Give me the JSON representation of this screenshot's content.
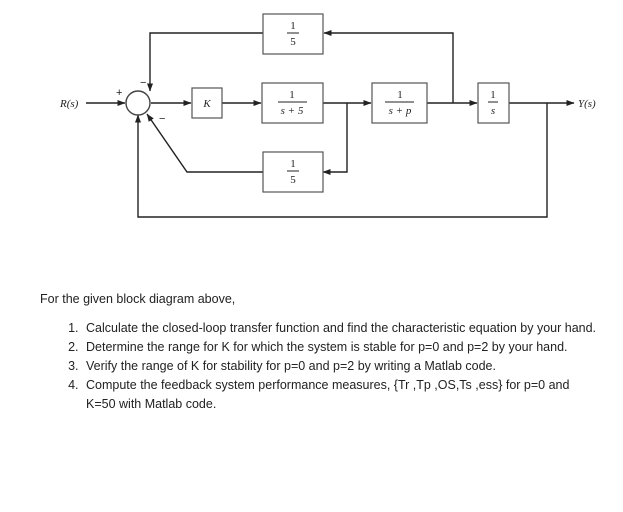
{
  "diagram": {
    "input_label": "R(s)",
    "output_label": "Y(s)",
    "plus_sign": "+",
    "minus_sign": "−",
    "blocks": {
      "k": "K",
      "top": {
        "num": "1",
        "den": "5"
      },
      "mid": {
        "num": "1",
        "den": "s + 5"
      },
      "bottom": {
        "num": "1",
        "den": "5"
      },
      "plant": {
        "num": "1",
        "den": "s + p"
      },
      "integrator": {
        "num": "1",
        "den": "s"
      }
    }
  },
  "text": {
    "intro": "For the given block diagram above,",
    "items": [
      "Calculate the closed-loop transfer function and find the characteristic equation by your hand.",
      "Determine the range for K for which the system is stable for p=0 and p=2 by your hand.",
      "Verify the range of K for stability for p=0 and p=2 by writing a Matlab code.",
      "Compute the feedback system performance measures, {Tr ,Tp ,OS,Ts ,ess} for p=0 and K=50 with Matlab code."
    ]
  }
}
